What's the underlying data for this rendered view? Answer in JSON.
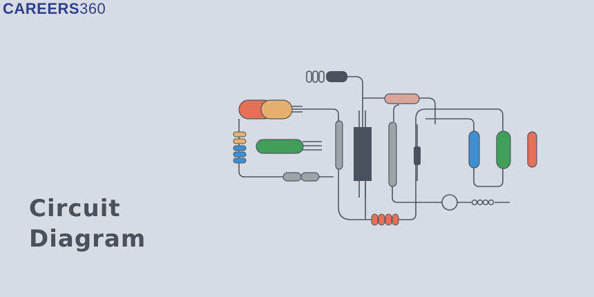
{
  "brand": {
    "name_part1": "CAREERS",
    "name_part2": "360"
  },
  "title": {
    "line1": "Circuit",
    "line2": "Diagram"
  },
  "illustration": {
    "subject": "circuit-diagram",
    "colors": {
      "background": "#d7dbe3",
      "wire": "#4f5660",
      "dark": "#48515c",
      "red": "#e4705a",
      "orange": "#e3b06d",
      "green": "#3e9e5a",
      "blue": "#3f8ed1",
      "pink": "#d9a49a",
      "grey": "#9ea3aa"
    }
  }
}
